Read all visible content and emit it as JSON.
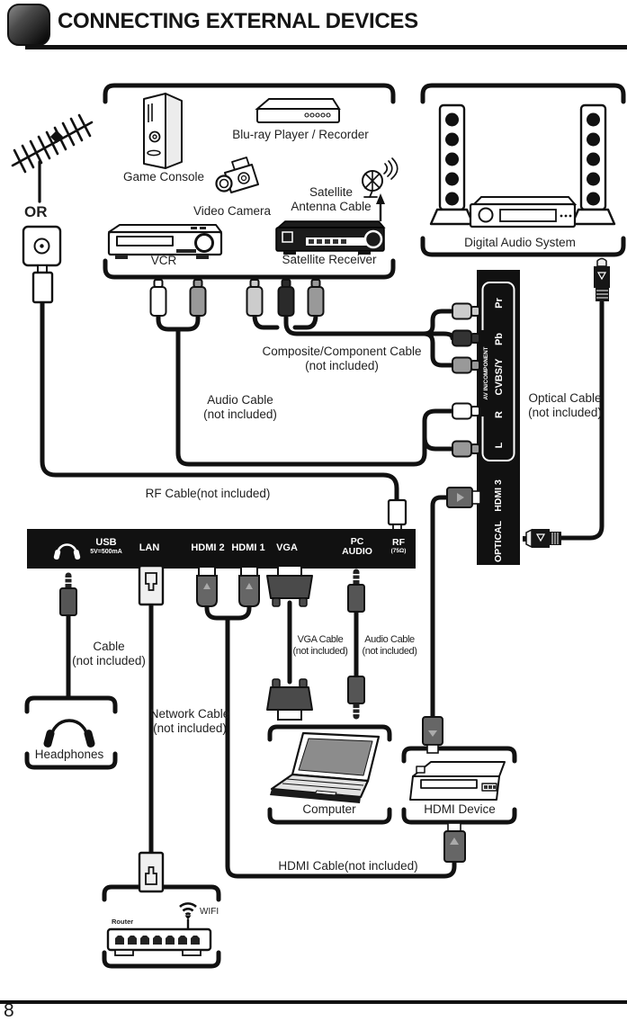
{
  "header": {
    "title": "CONNECTING EXTERNAL DEVICES"
  },
  "footer": {
    "page_number": "8"
  },
  "or_label": "OR",
  "devices": {
    "game_console": "Game Console",
    "bluray": "Blu-ray Player / Recorder",
    "video_camera": "Video Camera",
    "satellite_antenna_line1": "Satellite",
    "satellite_antenna_line2": "Antenna Cable",
    "vcr": "VCR",
    "satellite_receiver": "Satellite Receiver",
    "digital_audio_system": "Digital Audio System",
    "headphones": "Headphones",
    "computer": "Computer",
    "hdmi_device": "HDMI Device",
    "router": "Router",
    "wifi": "WIFI"
  },
  "cables": {
    "composite_line1": "Composite/Component Cable",
    "composite_line2": "(not included)",
    "audio_line1": "Audio Cable",
    "audio_line2": "(not included)",
    "optical_line1": "Optical Cable",
    "optical_line2": "(not included)",
    "rf": "RF Cable(not included)",
    "headphone_line1": "Cable",
    "headphone_line2": "(not included)",
    "network_line1": "Network Cable",
    "network_line2": "(not included)",
    "vga_line1": "VGA Cable",
    "vga_line2": "(not included)",
    "pc_audio_line1": "Audio Cable",
    "pc_audio_line2": "(not included)",
    "hdmi": "HDMI Cable(not included)"
  },
  "tv_side_panel": {
    "group_label": "AV IN/COMPONENT",
    "port_pr": "Pr",
    "port_pb": "Pb",
    "port_cvbs": "CVBS/Y",
    "port_r": "R",
    "port_l": "L",
    "port_hdmi3": "HDMI 3",
    "port_optical": "OPTICAL"
  },
  "tv_bottom_panel": {
    "usb": "USB",
    "usb_sub": "5V=500mA",
    "lan": "LAN",
    "hdmi2": "HDMI 2",
    "hdmi1": "HDMI 1",
    "vga": "VGA",
    "pc_line1": "PC",
    "pc_line2": "AUDIO",
    "rf": "RF",
    "rf_sub": "(75Ω)"
  }
}
